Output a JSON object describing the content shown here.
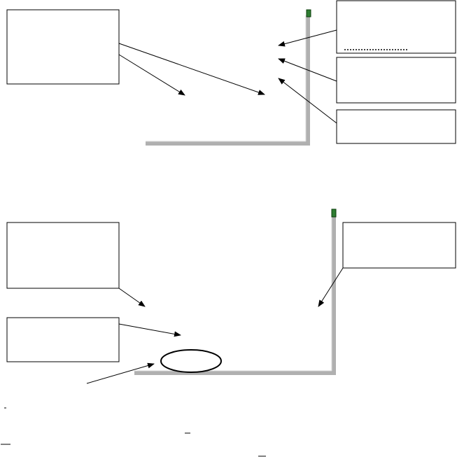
{
  "diagram": {
    "top_panel": {
      "callouts": [
        {
          "id": "top-left-box",
          "text": ""
        },
        {
          "id": "top-right-box-1",
          "text": ""
        },
        {
          "id": "top-right-box-2",
          "text": ""
        },
        {
          "id": "top-right-box-3",
          "text": ""
        }
      ]
    },
    "bottom_panel": {
      "callouts": [
        {
          "id": "bottom-left-box-1",
          "text": ""
        },
        {
          "id": "bottom-left-box-2",
          "text": ""
        },
        {
          "id": "bottom-right-box",
          "text": ""
        }
      ],
      "ellipse_label": ""
    },
    "colors": {
      "stroke": "#000000",
      "axis_shadow": "#b0b0b0",
      "handle": "#2e7d32"
    }
  }
}
